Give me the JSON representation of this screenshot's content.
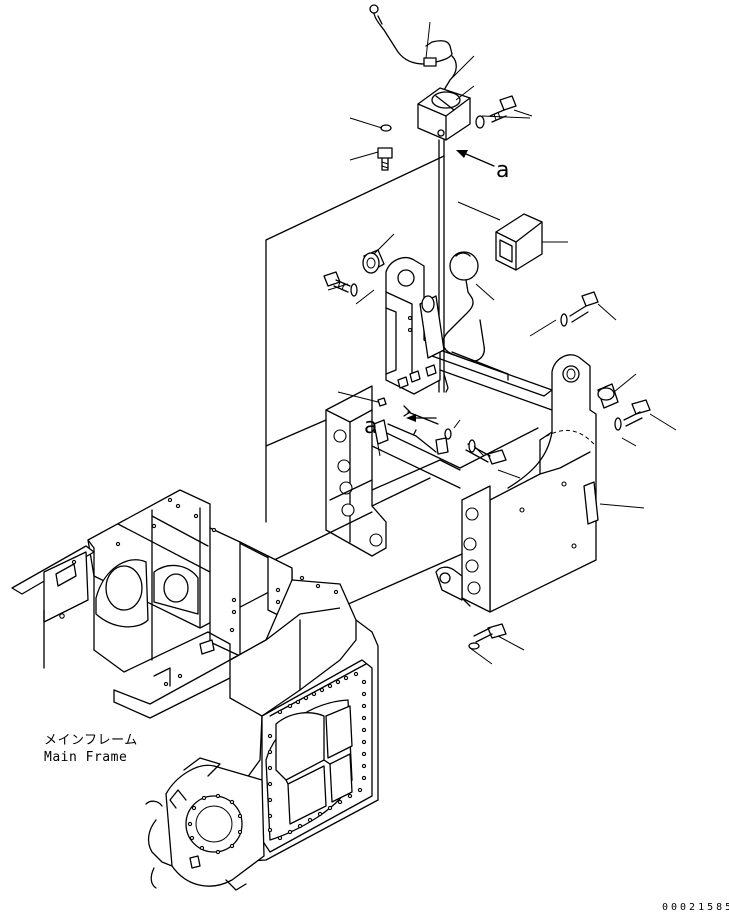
{
  "labels": {
    "main_frame_jp": "メインフレーム",
    "main_frame_en": "Main Frame",
    "view_ref_top": "a",
    "view_ref_mid": "a",
    "drawing_number": "00021585"
  },
  "colors": {
    "line": "#000000",
    "background": "#ffffff"
  }
}
